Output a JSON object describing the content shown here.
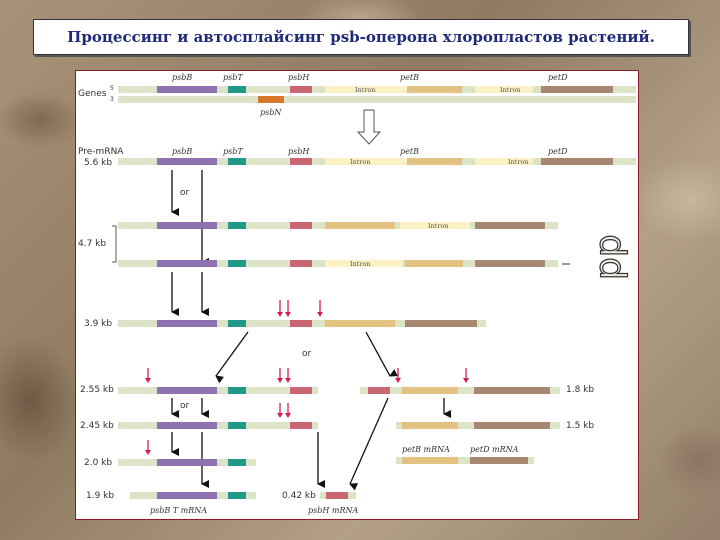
{
  "title": "Процессинг и автосплайсинг psb-оперона хлоропластов растений.",
  "genes_label": "Genes",
  "strand_top": "5",
  "strand_bottom": "3",
  "gene_names": [
    "psbB",
    "psbT",
    "psbH",
    "petB",
    "petD"
  ],
  "psbN_label": "psbN",
  "intron_label": "Intron",
  "premrna_label": "Pre-mRNA",
  "or_label": "or",
  "size_labels": [
    "5.6 kb",
    "4.7 kb",
    "3.9 kb",
    "2.55 kb",
    "2.45 kb",
    "2.0 kb",
    "1.9 kb",
    "0.42 kb",
    "1.8 kb",
    "1.5 kb"
  ],
  "mrna_labels": [
    "psbB T mRNA",
    "psbH mRNA",
    "petB mRNA",
    "petD mRNA"
  ],
  "side_label": "pp",
  "colors": {
    "psbB": "#8e73b0",
    "psbT": "#1f9a88",
    "psbN": "#d9782b",
    "psbH": "#c96673",
    "petB": "#e3c181",
    "petD": "#a68871",
    "spacer": "#dde3c6",
    "intron": "#fbf1c4",
    "cleavage": "#d21f4b",
    "panel_border": "#8b1a2a",
    "title_text": "#1f2a7a"
  }
}
